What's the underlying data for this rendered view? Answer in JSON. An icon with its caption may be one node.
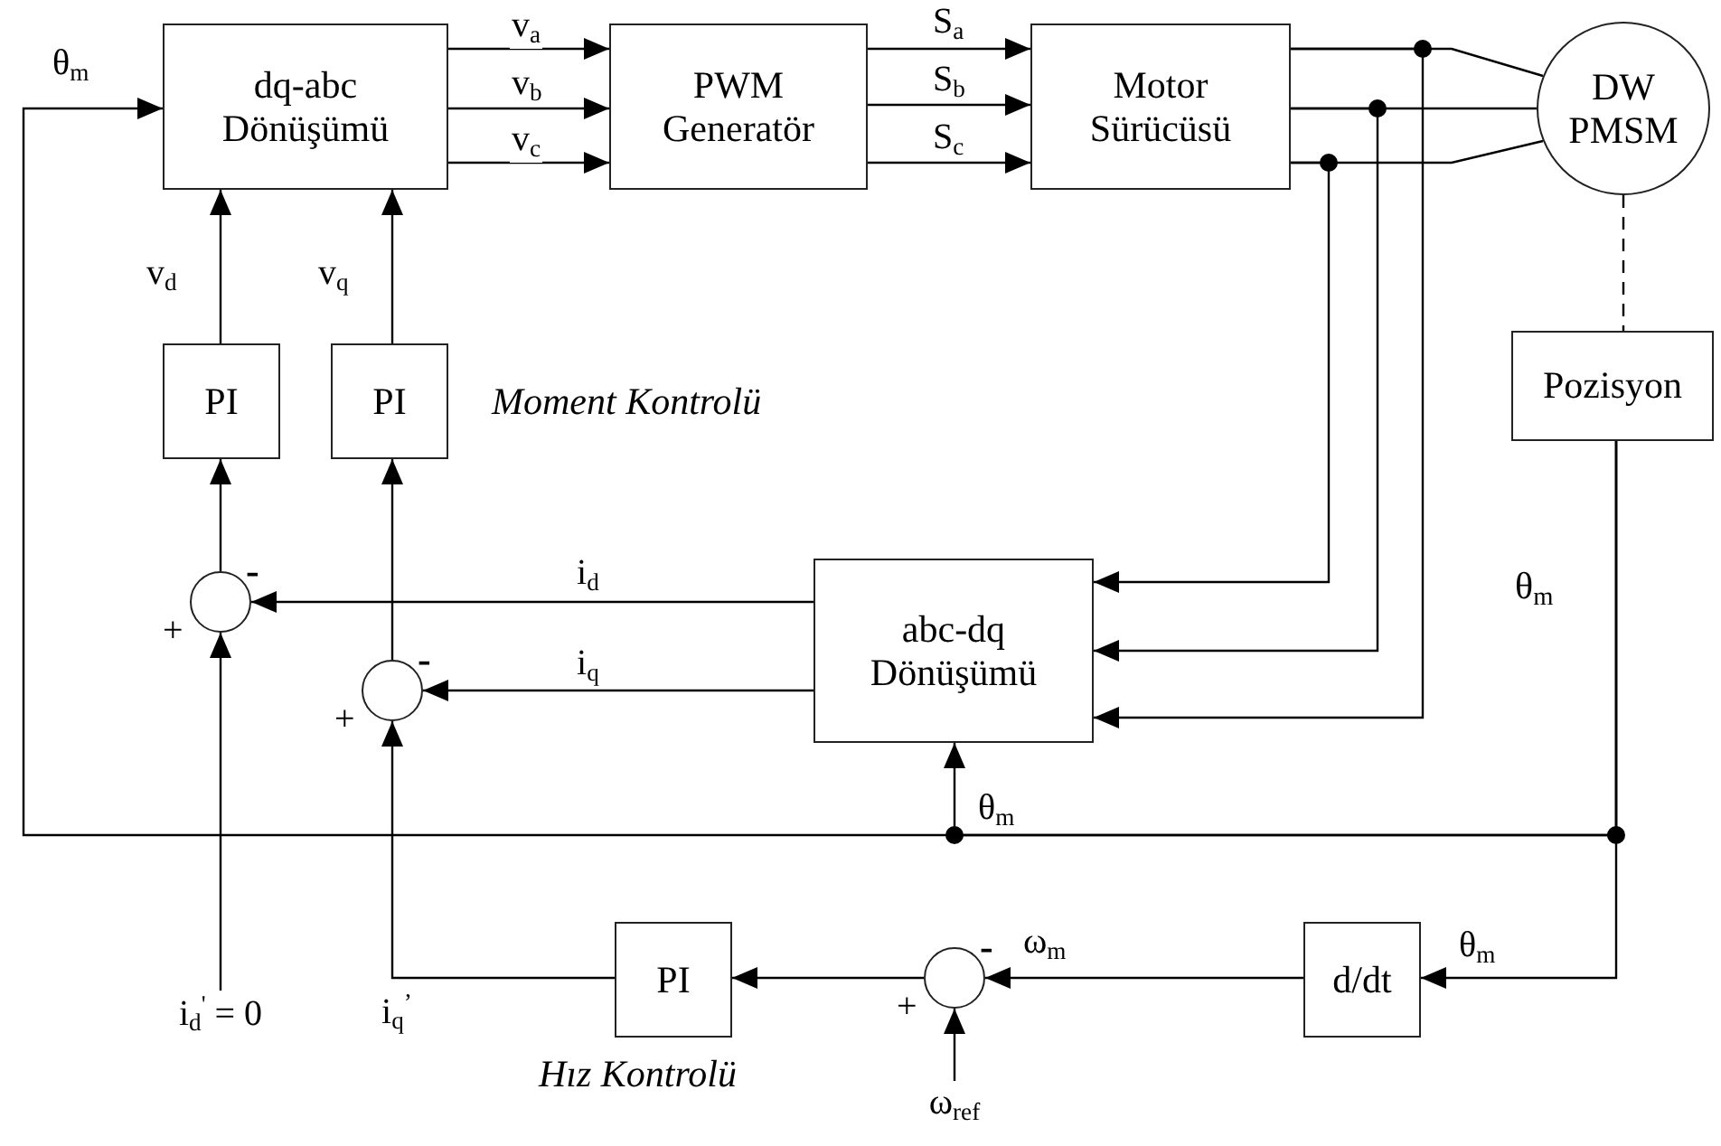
{
  "diagram": {
    "nodes": [
      {
        "text": [
          "dq-abc Dönüşümü"
        ]
      },
      {
        "text": [
          "PWM Generatör"
        ]
      },
      {
        "text": [
          "Motor Sürücüsü"
        ]
      },
      {
        "text": [
          "DW PMSM"
        ]
      },
      {
        "text": [
          "PI"
        ]
      },
      {
        "text": [
          "PI"
        ]
      },
      {
        "text": [],
        "shape": "circle",
        "beside": [
          "-",
          "+"
        ]
      },
      {
        "text": [],
        "shape": "circle",
        "beside": [
          "-",
          "+"
        ]
      },
      {
        "text": [
          "abc-dq Dönüşümü"
        ]
      },
      {
        "text": [
          "Pozisyon"
        ]
      },
      {
        "text": [
          "d/dt"
        ]
      },
      {
        "text": [
          "PI"
        ]
      },
      {
        "text": [],
        "shape": "circle",
        "beside": [
          "-",
          "+"
        ]
      },
      {
        "text": [
          "i$_{d}$$^{'}$ = 0"
        ]
      },
      {
        "text": [
          "ω$_{ref}$"
        ]
      }
    ],
    "edges": [
      {
        "from": 0,
        "to": 1,
        "arrow": "to",
        "label": "v$_{a}$"
      },
      {
        "from": 0,
        "to": 1,
        "arrow": "to",
        "label": "v$_{b}$"
      },
      {
        "from": 0,
        "to": 1,
        "arrow": "to",
        "label": "v$_{c}$"
      },
      {
        "from": 1,
        "to": 2,
        "arrow": "to",
        "label": "S$_{a}$"
      },
      {
        "from": 1,
        "to": 2,
        "arrow": "to",
        "label": "S$_{b}$"
      },
      {
        "from": 1,
        "to": 2,
        "arrow": "to",
        "label": "S$_{c}$"
      },
      {
        "from": 2,
        "to": 3,
        "arrow": "none"
      },
      {
        "from": 2,
        "to": 3,
        "arrow": "none"
      },
      {
        "from": 2,
        "to": 3,
        "arrow": "none"
      },
      {
        "from": 2,
        "to": 8,
        "arrow": "to"
      },
      {
        "from": 2,
        "to": 8,
        "arrow": "to"
      },
      {
        "from": 2,
        "to": 8,
        "arrow": "to"
      },
      {
        "from": 3,
        "to": 9,
        "arrow": "none",
        "style": "dashed"
      },
      {
        "from": 9,
        "to": 10,
        "arrow": "to",
        "label": "θ$_{m}$"
      },
      {
        "from": 9,
        "to": 8,
        "arrow": "to",
        "label": "θ$_{m}$"
      },
      {
        "from": 9,
        "to": 0,
        "arrow": "to",
        "label": "θ$_{m}$"
      },
      {
        "from": 4,
        "to": 0,
        "arrow": "to",
        "label": "v$_{d}$"
      },
      {
        "from": 5,
        "to": 0,
        "arrow": "to",
        "label": "v$_{q}$"
      },
      {
        "from": 6,
        "to": 4,
        "arrow": "to"
      },
      {
        "from": 7,
        "to": 5,
        "arrow": "to"
      },
      {
        "from": 8,
        "to": 6,
        "arrow": "to",
        "label": "i$_{d}$"
      },
      {
        "from": 8,
        "to": 7,
        "arrow": "to",
        "label": "i$_{q}$"
      },
      {
        "from": 13,
        "to": 6,
        "arrow": "to"
      },
      {
        "from": 11,
        "to": 7,
        "arrow": "to",
        "label": "i$_{q}$$^{’}$"
      },
      {
        "from": 12,
        "to": 11,
        "arrow": "to"
      },
      {
        "from": 10,
        "to": 12,
        "arrow": "to",
        "label": "ω$_{m}$"
      },
      {
        "from": 14,
        "to": 12,
        "arrow": "to"
      }
    ],
    "labels": [
      "Moment Kontrolü",
      "θ$_{m}$",
      "Hız Kontrolü"
    ]
  }
}
